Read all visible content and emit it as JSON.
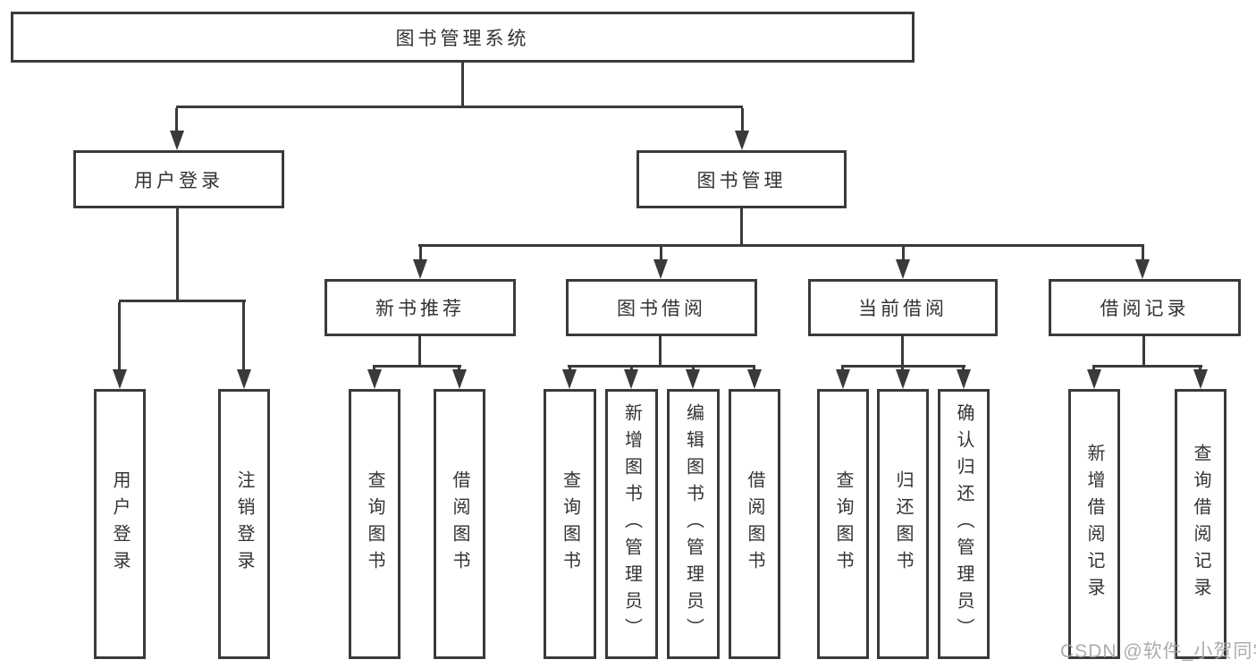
{
  "diagram": {
    "root": {
      "label": "图书管理系统"
    },
    "level2": [
      {
        "label": "用户登录"
      },
      {
        "label": "图书管理"
      }
    ],
    "level3": [
      {
        "label": "新书推荐"
      },
      {
        "label": "图书借阅"
      },
      {
        "label": "当前借阅"
      },
      {
        "label": "借阅记录"
      }
    ],
    "leaves": {
      "login": [
        {
          "label": "用户登录"
        },
        {
          "label": "注销登录"
        }
      ],
      "recommend": [
        {
          "label": "查询图书"
        },
        {
          "label": "借阅图书"
        }
      ],
      "borrow": [
        {
          "label": "查询图书"
        },
        {
          "label": "新增图书（管理员）"
        },
        {
          "label": "编辑图书（管理员）"
        },
        {
          "label": "借阅图书"
        }
      ],
      "current": [
        {
          "label": "查询图书"
        },
        {
          "label": "归还图书"
        },
        {
          "label": "确认归还（管理员）"
        }
      ],
      "records": [
        {
          "label": "新增借阅记录"
        },
        {
          "label": "查询借阅记录"
        }
      ]
    }
  },
  "watermark": {
    "text": "CSDN @软件_小贺同学"
  },
  "colors": {
    "line": "#3a3a3a",
    "text": "#333333",
    "watermark": "#a5a5a5",
    "background": "#ffffff"
  }
}
